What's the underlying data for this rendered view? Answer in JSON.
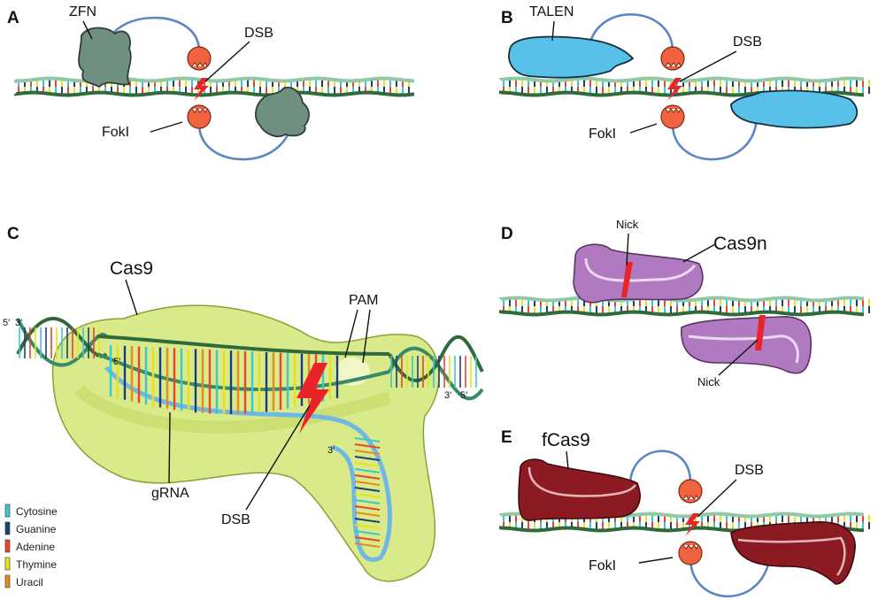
{
  "panels": {
    "A": {
      "letter": "A",
      "protein": "ZFN",
      "break": "DSB",
      "nuclease": "FokI"
    },
    "B": {
      "letter": "B",
      "protein": "TALEN",
      "break": "DSB",
      "nuclease": "FokI"
    },
    "C": {
      "letter": "C",
      "protein": "Cas9",
      "pam": "PAM",
      "grna": "gRNA",
      "break": "DSB",
      "ends": {
        "left_top": "5′",
        "left_top2": "3′",
        "right_bottom": "3′",
        "right_bottom2": "5′",
        "rna5": "5′",
        "rna3": "3′"
      }
    },
    "D": {
      "letter": "D",
      "protein": "Cas9n",
      "nick_top": "Nick",
      "nick_bottom": "Nick"
    },
    "E": {
      "letter": "E",
      "protein": "fCas9",
      "break": "DSB",
      "nuclease": "FokI"
    }
  },
  "legend": [
    {
      "label": "Cytosine",
      "color": "#3ec7c9"
    },
    {
      "label": "Guanine",
      "color": "#1f3f73"
    },
    {
      "label": "Adenine",
      "color": "#e8452c"
    },
    {
      "label": "Thymine",
      "color": "#e6e21f"
    },
    {
      "label": "Uracil",
      "color": "#e68a1f"
    }
  ]
}
